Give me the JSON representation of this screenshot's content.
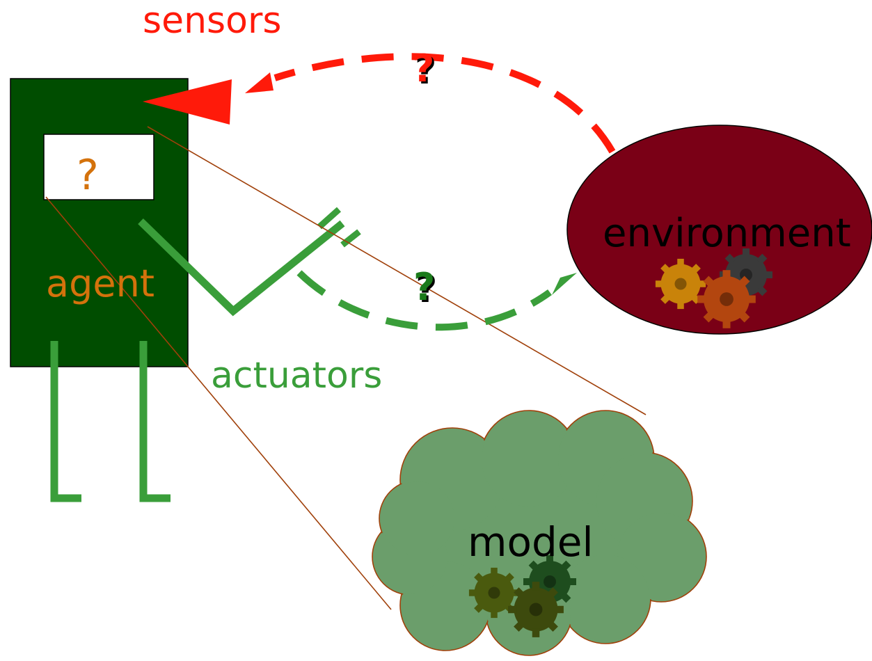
{
  "labels": {
    "sensors": "sensors",
    "agent": "agent",
    "agent_box_question": "?",
    "actuators": "actuators",
    "environment": "environment",
    "model": "model",
    "sensor_question": "?",
    "actuator_question": "?"
  },
  "colors": {
    "agent_fill": "#004d00",
    "agent_text": "#d4720c",
    "sensor_red": "#ff1a0a",
    "actuator_green": "#3a9e3a",
    "question_green": "#1a7a1a",
    "environment_fill": "#7a0016",
    "model_fill": "#6b9e6b",
    "connector_brown": "#a0400a",
    "text_black": "#000000"
  },
  "icons": {
    "environment": "gears-icon",
    "model": "gears-icon"
  }
}
